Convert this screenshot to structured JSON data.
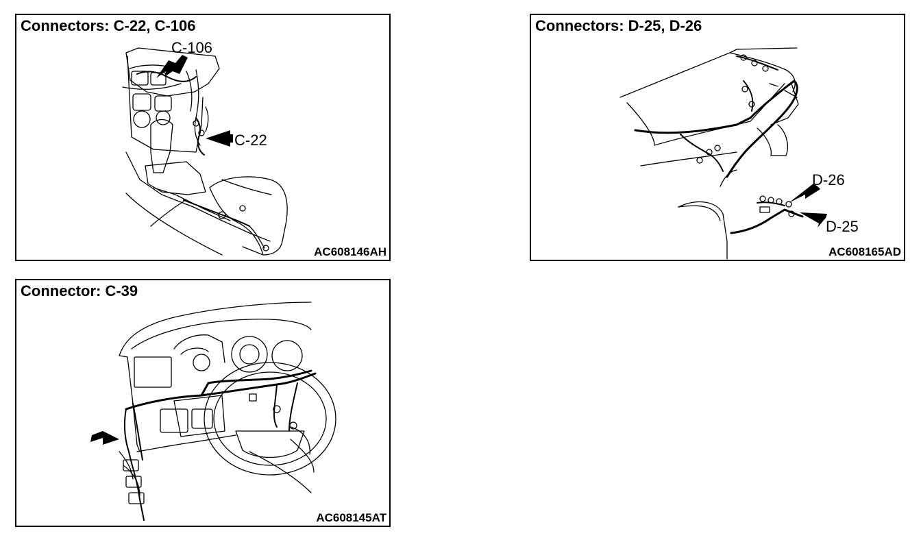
{
  "panels": [
    {
      "title": "Connectors: C-22, C-106",
      "code": "AC608146AH",
      "callouts": [
        "C-106",
        "C-22"
      ],
      "illustration": "center-console-icon"
    },
    {
      "title": "Connectors: D-25, D-26",
      "code": "AC608165AD",
      "callouts": [
        "D-26",
        "D-25"
      ],
      "illustration": "trunk-harness-icon"
    },
    {
      "title": "Connector: C-39",
      "code": "AC608145AT",
      "callouts": [],
      "illustration": "dashboard-harness-icon"
    }
  ]
}
